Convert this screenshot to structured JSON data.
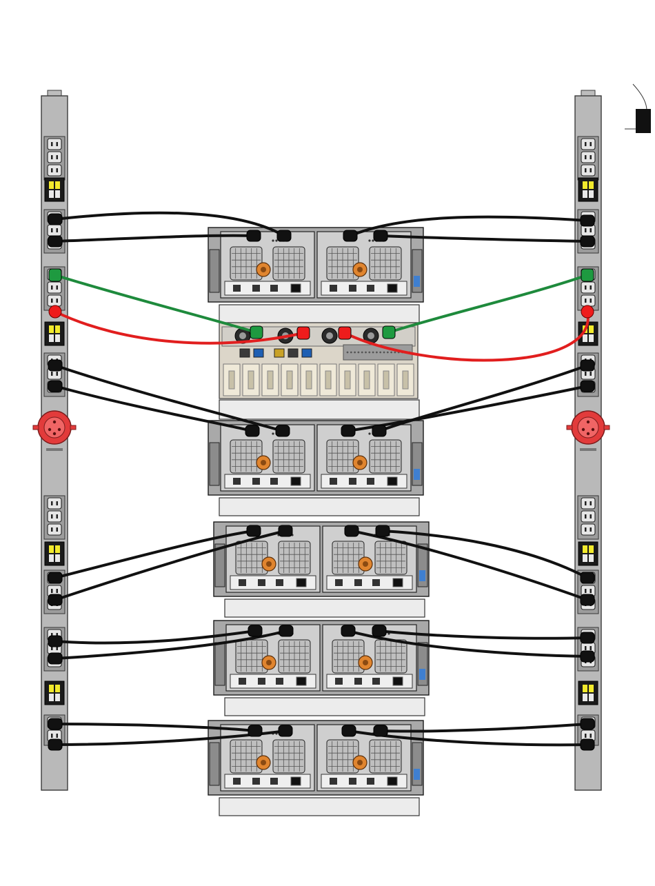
{
  "diagram": {
    "colors": {
      "background": "#ffffff",
      "pdu_body": "#b9b9b9",
      "pdu_outline": "#3a3a3a",
      "black_cable": "#111111",
      "green_cable": "#1e8a3c",
      "red_cable": "#e11e1e",
      "green_connector": "#1e9a40",
      "red_connector": "#ee1c1c",
      "plug_red": "#e23b3b",
      "breaker_yellow": "#f2ea2c",
      "enclosure_fill": "#cfcfcf",
      "fan_orange": "#e0852f",
      "rail_fill": "#ececec",
      "server_fill": "#dcd6c9"
    },
    "pdus": [
      {
        "id": "pdu-left"
      },
      {
        "id": "pdu-right"
      }
    ],
    "devices": [
      {
        "id": "enclosure-1",
        "type": "disk-enclosure"
      },
      {
        "id": "controller",
        "type": "server"
      },
      {
        "id": "enclosure-2",
        "type": "disk-enclosure"
      },
      {
        "id": "enclosure-3",
        "type": "disk-enclosure"
      },
      {
        "id": "enclosure-4",
        "type": "disk-enclosure"
      },
      {
        "id": "enclosure-5",
        "type": "disk-enclosure"
      }
    ],
    "icons": {
      "legend": "black-square-icon",
      "plug": "power-plug-icon",
      "outlet": "power-outlet-icon",
      "fan": "fan-icon",
      "breaker": "circuit-breaker-icon"
    }
  }
}
